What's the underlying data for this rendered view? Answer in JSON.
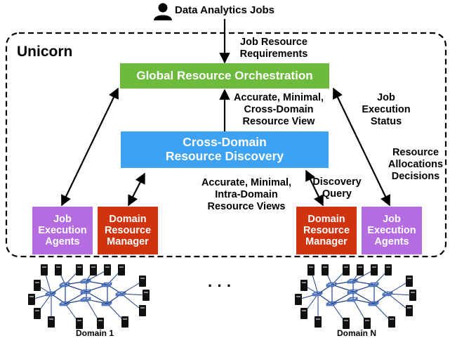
{
  "header": {
    "jobs_label": "Data Analytics Jobs"
  },
  "container": {
    "title": "Unicorn"
  },
  "boxes": {
    "global_orchestration": {
      "label": "Global Resource Orchestration",
      "color": "#6cbb3c"
    },
    "cross_domain_discovery": {
      "lines": [
        "Cross-Domain",
        "Resource Discovery"
      ],
      "color": "#3da2f2"
    },
    "job_agents_left": {
      "lines": [
        "Job",
        "Execution",
        "Agents"
      ],
      "color": "#b46ce0"
    },
    "domain_manager_left": {
      "lines": [
        "Domain",
        "Resource",
        "Manager"
      ],
      "color": "#d0330e"
    },
    "domain_manager_right": {
      "lines": [
        "Domain",
        "Resource",
        "Manager"
      ],
      "color": "#d0330e"
    },
    "job_agents_right": {
      "lines": [
        "Job",
        "Execution",
        "Agents"
      ],
      "color": "#b46ce0"
    }
  },
  "annotations": {
    "job_requirements": [
      "Job Resource",
      "Requirements"
    ],
    "cross_domain_view": [
      "Accurate, Minimal,",
      "Cross-Domain",
      "Resource View"
    ],
    "job_status": [
      "Job",
      "Execution",
      "Status"
    ],
    "resource_allocations": [
      "Resource",
      "Allocations",
      "Decisions"
    ],
    "intra_domain_views": [
      "Accurate, Minimal,",
      "Intra-Domain",
      "Resource Views"
    ],
    "discovery_query": [
      "Discovery",
      "Query"
    ]
  },
  "domains": {
    "left_label": "Domain 1",
    "right_label": "Domain N",
    "ellipsis": "· · ·"
  },
  "colors": {
    "line": "#000000",
    "switch": "#5b82c8",
    "server": "#111111",
    "link": "#1e3f8a"
  }
}
